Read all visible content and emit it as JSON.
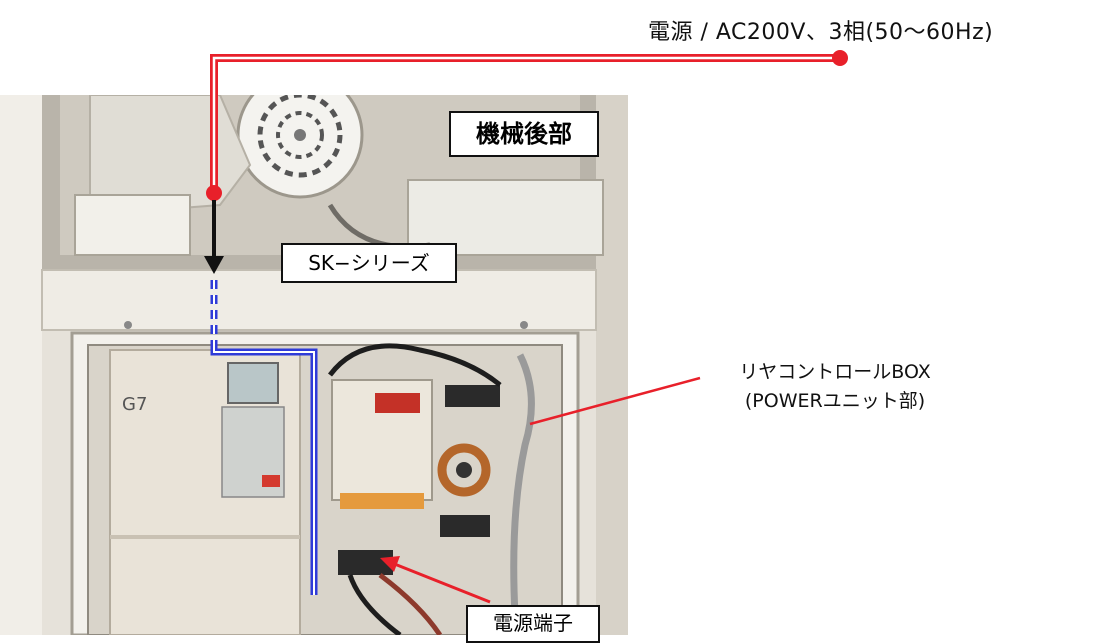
{
  "labels": {
    "power_supply": "電源 / AC200V、3相(50～60Hz)",
    "machine_rear": "機械後部",
    "series": "SK−シリーズ",
    "rear_control_box_line1": "リヤコントロールBOX",
    "rear_control_box_line2": "(POWERユニット部)",
    "power_terminal": "電源端子",
    "inverter_model": "G7"
  },
  "colors": {
    "power_line": "#e8202a",
    "internal_wire": "#2f3bd8",
    "arrow": "#111111",
    "callout": "#e8202a"
  }
}
